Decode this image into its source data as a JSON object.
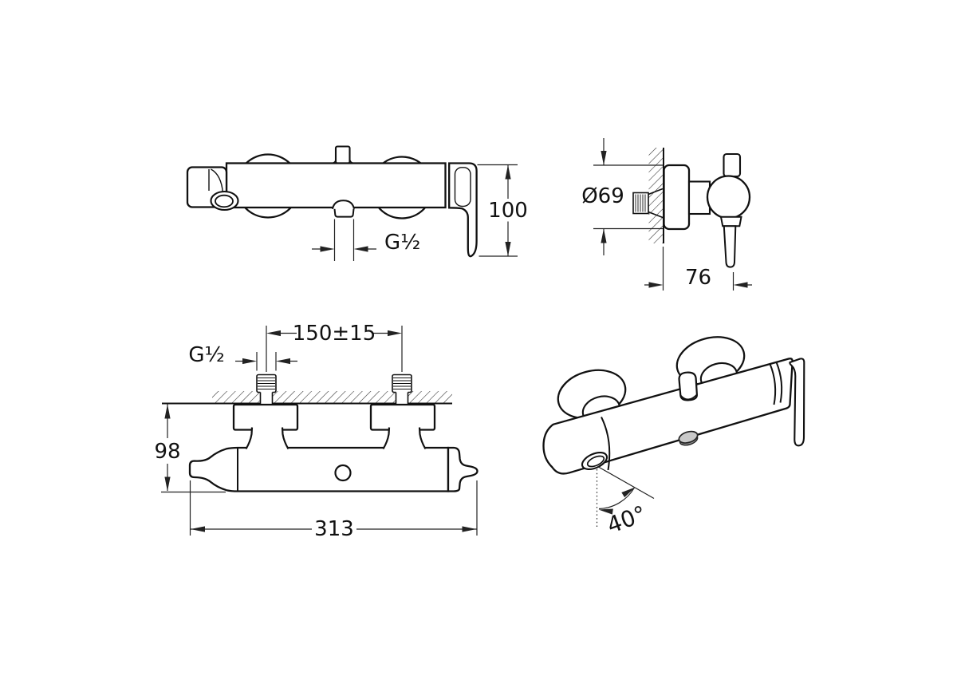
{
  "drawing": {
    "background": "#ffffff",
    "line_color": "#111111",
    "dim_color": "#222222",
    "shade_color": "#8f8f8f",
    "views": {
      "front": {
        "dims": {
          "total_height": "100",
          "outlet_thread": "G½"
        }
      },
      "side": {
        "dims": {
          "escutcheon_diameter": "Ø69",
          "wall_to_handle": "76"
        }
      },
      "plan": {
        "dims": {
          "inlet_spacing": "150±15",
          "inlet_thread": "G½",
          "depth": "98",
          "overall_length": "313"
        }
      },
      "perspective": {
        "dims": {
          "spout_angle": "40°"
        }
      }
    }
  }
}
